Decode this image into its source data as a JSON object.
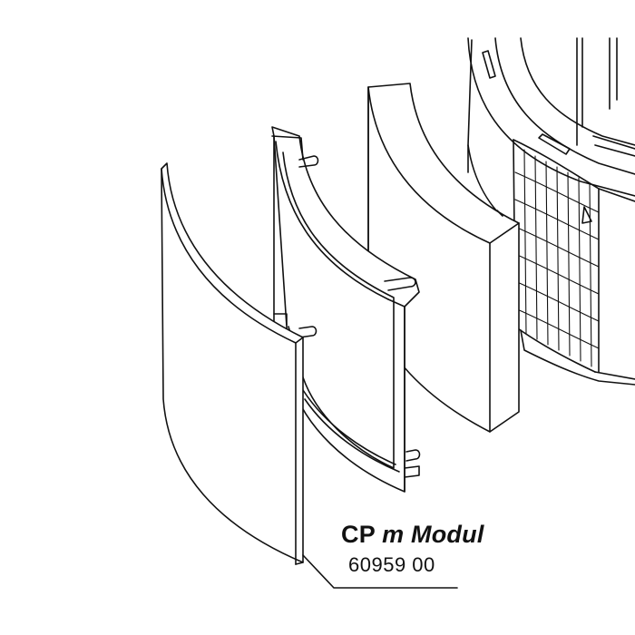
{
  "product": {
    "name_prefix": "CP",
    "name_mid": "m",
    "name_suffix": "Modul",
    "part_number": "60959 00"
  },
  "colors": {
    "line": "#111111",
    "background": "#ffffff"
  }
}
